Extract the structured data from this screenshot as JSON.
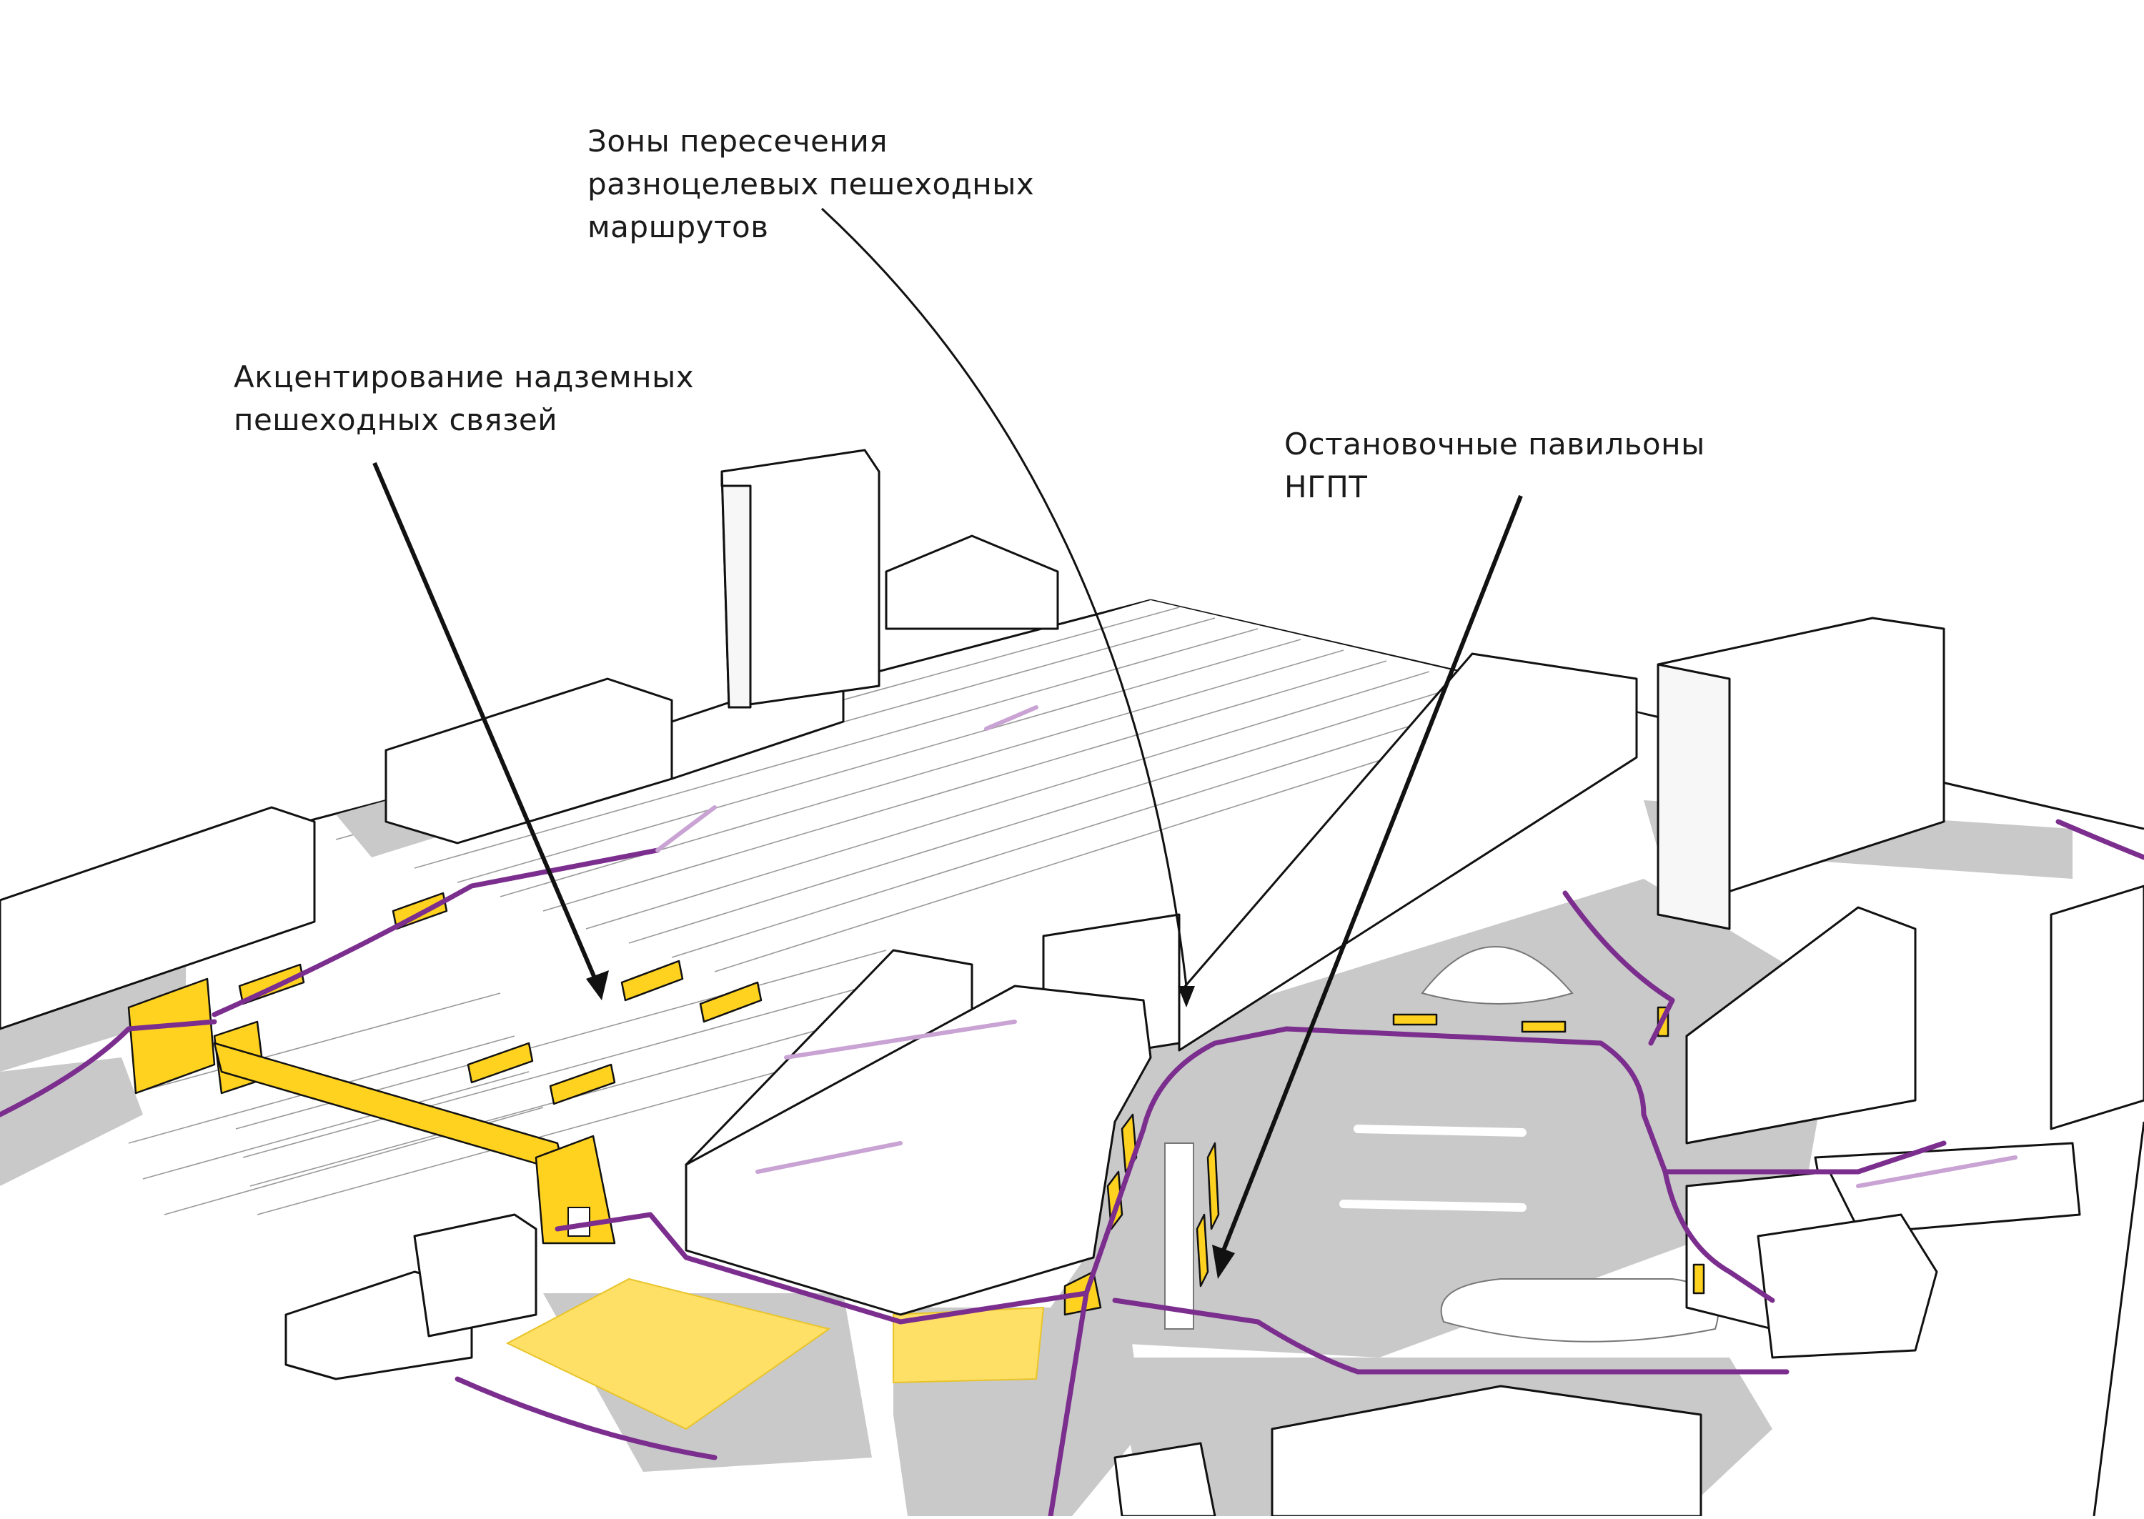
{
  "labels": {
    "intersections": [
      "Зоны пересечения",
      "разноцелевых пешеходных",
      "маршрутов"
    ],
    "overground": [
      "Акцентирование надземных",
      "пешеходных связей"
    ],
    "pavilions": [
      "Остановочные павильоны",
      "НГПТ"
    ]
  },
  "colors": {
    "route": "#7b2e8e",
    "accent": "#ffd21f",
    "road": "#c9c9c9",
    "outline": "#111111"
  }
}
